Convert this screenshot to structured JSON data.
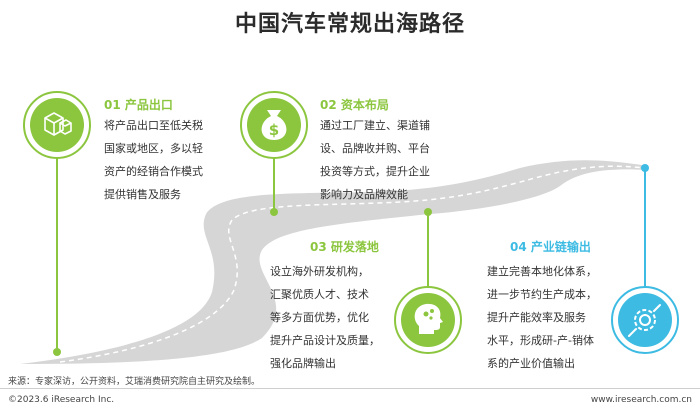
{
  "title": "中国汽车常规出海路径",
  "steps": [
    {
      "number": "01",
      "name": "产品出口",
      "color": "#8cc63f",
      "icon": "box-icon",
      "lines": [
        "将产品出口至低关税",
        "国家或地区，多以轻",
        "资产的经销合作模式",
        "提供销售及服务"
      ]
    },
    {
      "number": "02",
      "name": "资本布局",
      "color": "#8cc63f",
      "icon": "money-bag-icon",
      "lines": [
        "通过工厂建立、渠道铺",
        "设、品牌收并购、平台",
        "投资等方式，提升企业",
        "影响力及品牌效能"
      ]
    },
    {
      "number": "03",
      "name": "研发落地",
      "color": "#8cc63f",
      "icon": "brain-head-icon",
      "lines": [
        "设立海外研发机构，",
        "汇聚优质人才、技术",
        "等多方面优势，优化",
        "提升产品设计及质量，",
        "强化品牌输出"
      ]
    },
    {
      "number": "04",
      "name": "产业链输出",
      "color": "#3dbbe3",
      "icon": "gear-wrench-icon",
      "lines": [
        "建立完善本地化体系，",
        "进一步节约生产成本，",
        "提升产能效率及服务",
        "水平，形成研-产-销体",
        "系的产业价值输出"
      ]
    }
  ],
  "footer": {
    "source": "来源：专家深访，公开资料，艾瑞消费研究院自主研究及绘制。",
    "copyright": "©2023.6 iResearch Inc.",
    "website": "www.iresearch.com.cn"
  }
}
